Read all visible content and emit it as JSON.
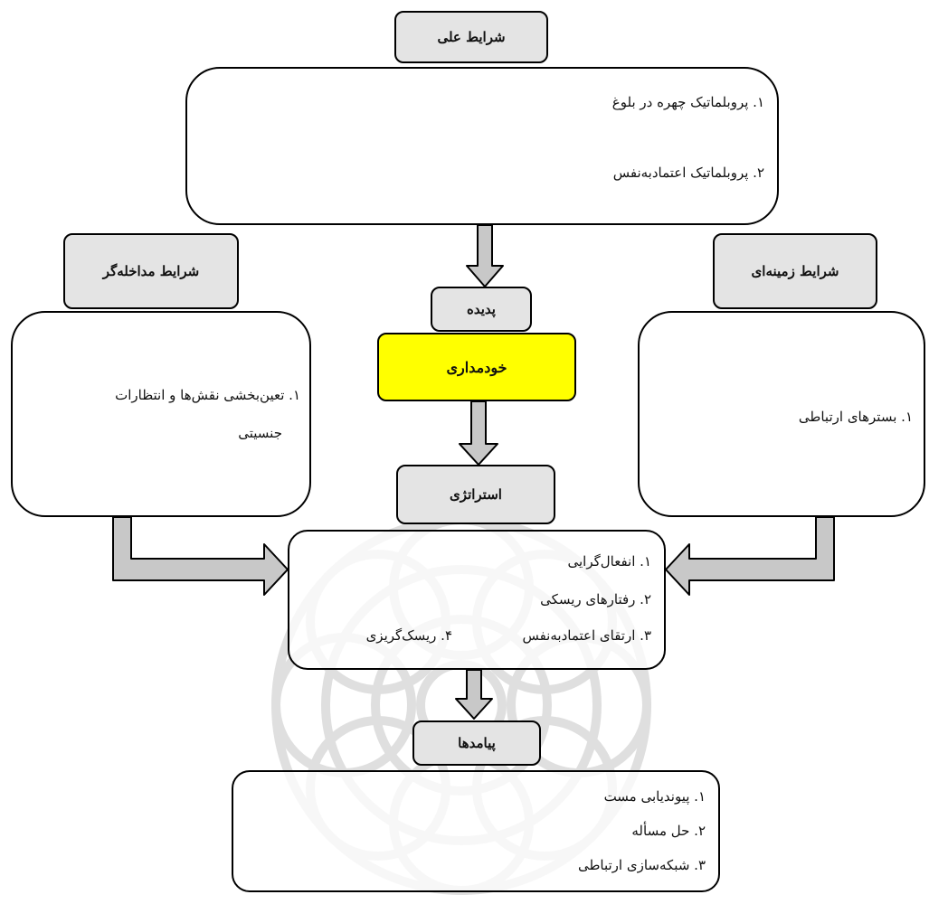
{
  "causal": {
    "label": "شرایط علی",
    "items": [
      "۱. پروبلماتیک چهره در بلوغ",
      "۲. پروبلماتیک اعتمادبه‌نفس"
    ]
  },
  "intervening": {
    "label": "شرایط مداخله‌گر",
    "items": [
      "۱. تعین‌بخشی نقش‌ها و انتظارات",
      "جنسیتی"
    ]
  },
  "contextual": {
    "label": "شرایط زمینه‌ای",
    "items": [
      "۱. بسترهای ارتباطی"
    ]
  },
  "phenomenon": {
    "label": "پدیده",
    "value": "خودمداری",
    "highlight_color": "#ffff00"
  },
  "strategy": {
    "label": "استراتژی",
    "items": [
      "۱. انفعال‌گرایی",
      "۲. رفتارهای ریسکی",
      "۳. ارتقای اعتمادبه‌نفس",
      "۴. ریسک‌گریزی"
    ]
  },
  "consequences": {
    "label": "پیامدها",
    "items": [
      "۱. پیوندیابی مست",
      "۲. حل مسأله",
      "۳. شبکه‌سازی ارتباطی"
    ]
  },
  "colors": {
    "arrow_fill": "#c8c8c8",
    "label_fill": "#e4e4e4",
    "watermark": "#d9d9d9"
  }
}
